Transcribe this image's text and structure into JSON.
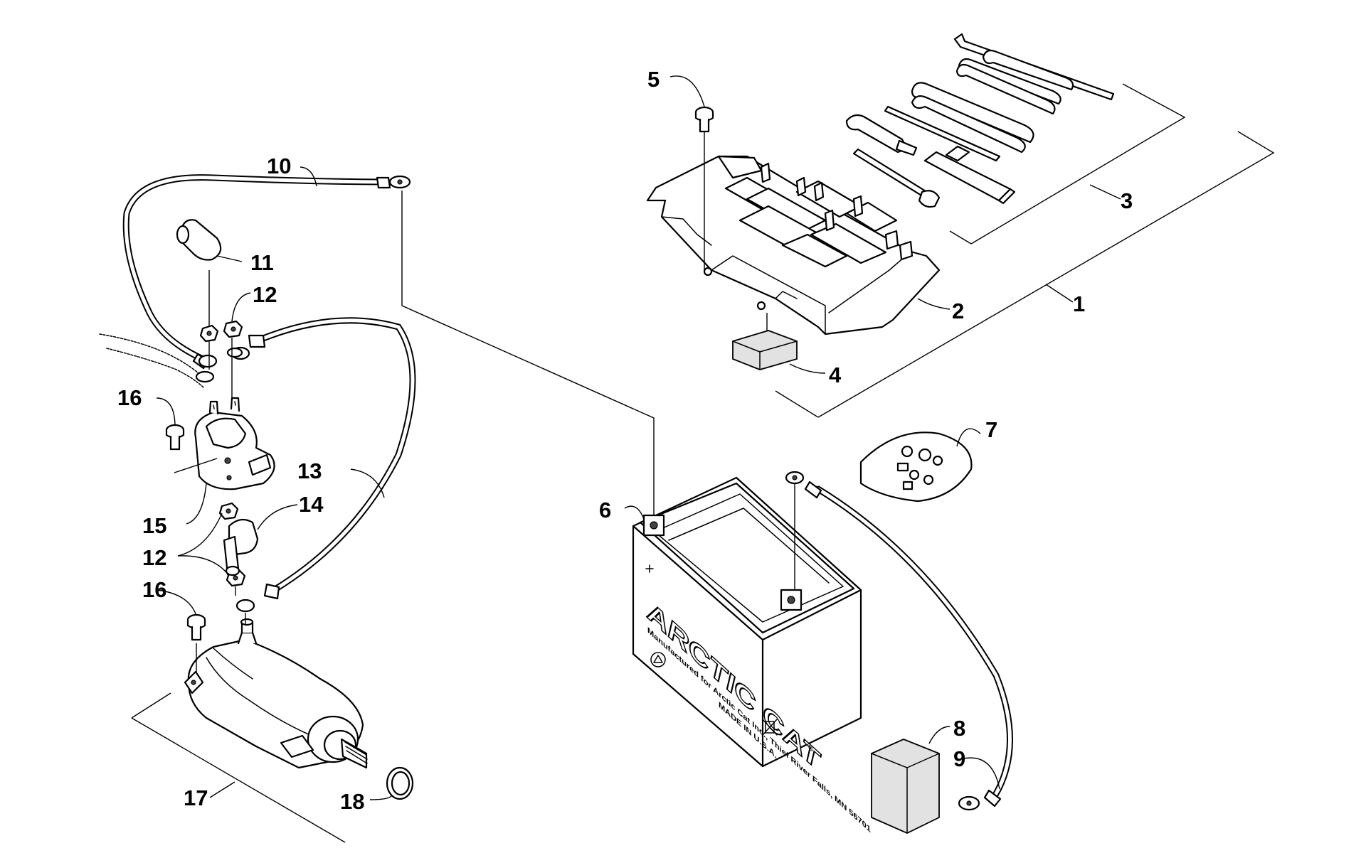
{
  "diagram": {
    "brand_text": "ARCTIC CAT",
    "brand_mark": "®",
    "battery_label_lines": [
      "Manufactured for Arctic Cat Inc., Thief River Falls, MN 56701",
      "MADE IN U.S.A."
    ],
    "callouts": {
      "c1": "1",
      "c2": "2",
      "c3": "3",
      "c4": "4",
      "c5": "5",
      "c6": "6",
      "c7": "7",
      "c8": "8",
      "c9": "9",
      "c10": "10",
      "c11": "11",
      "c12a": "12",
      "c12b": "12",
      "c13": "13",
      "c14": "14",
      "c15": "15",
      "c16a": "16",
      "c16b": "16",
      "c17": "17",
      "c18": "18"
    },
    "icons": {
      "recycle": "recycle-icon",
      "disposal": "crossed-bin-icon"
    }
  }
}
